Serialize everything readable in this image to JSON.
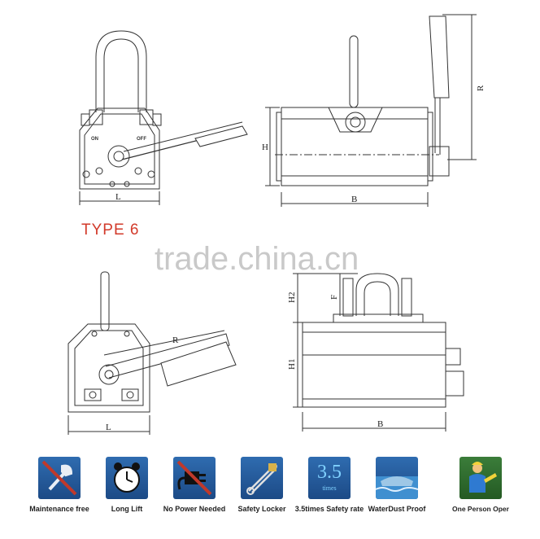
{
  "type_label": "TYPE 6",
  "watermark": "trade.china.cn",
  "top_left": {
    "on": "ON",
    "off": "OFF",
    "dim_l": "L"
  },
  "top_right": {
    "dim_h": "H",
    "dim_b": "B",
    "dim_r": "R"
  },
  "bottom_left": {
    "dim_r": "R",
    "dim_l": "L"
  },
  "bottom_right": {
    "dim_h2": "H2",
    "dim_f": "F",
    "dim_h1": "H1",
    "dim_b": "B"
  },
  "features": [
    {
      "label": "Maintenance free",
      "icon": "wrench-crossed-icon"
    },
    {
      "label": "Long Lift",
      "icon": "alarm-clock-icon"
    },
    {
      "label": "No Power Needed",
      "icon": "plug-crossed-icon"
    },
    {
      "label": "Safety Locker",
      "icon": "safety-pin-icon"
    },
    {
      "label": "3.5times Safety rate",
      "icon": "safety-rate-icon",
      "icon_text": "3.5",
      "icon_sub": "times"
    },
    {
      "label": "WaterDust Proof",
      "icon": "water-proof-icon"
    },
    {
      "label": "One Person Oper",
      "icon": "worker-icon"
    }
  ],
  "colors": {
    "line": "#333333",
    "tile_top": "#2f6cb0",
    "tile_bottom": "#1c4a86",
    "cross": "#c0392b",
    "type_label": "#d23a2a"
  }
}
